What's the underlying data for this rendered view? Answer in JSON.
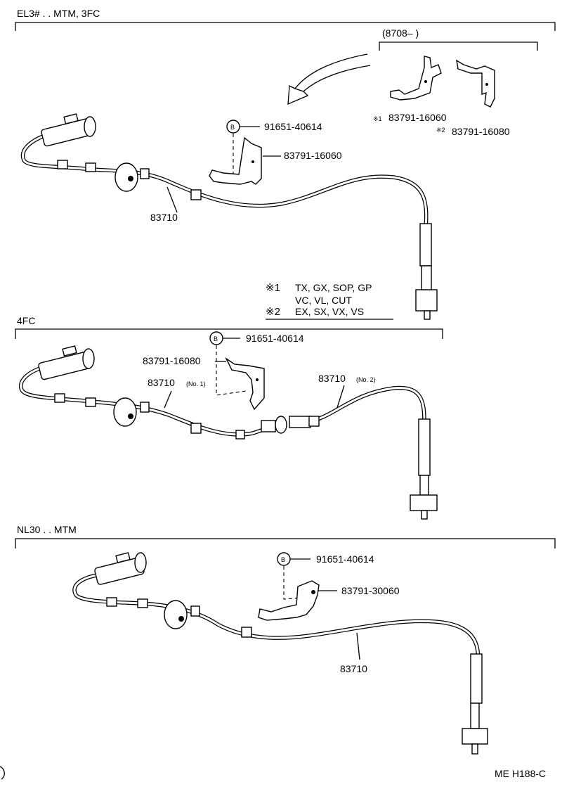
{
  "sections": [
    {
      "title": "EL3# . . MTM, 3FC",
      "bolt_symbol": "B",
      "bolt_part": "91651-40614",
      "bracket_part": "83791-16060",
      "cable_part": "83710",
      "inset": {
        "header": "(8708–        )",
        "note1_mark": "※1",
        "note1_part": "83791-16060",
        "note2_mark": "※2",
        "note2_part": "83791-16080"
      },
      "notes": [
        {
          "mark": "※1",
          "line1": "TX, GX, SOP, GP",
          "line2": "VC, VL, CUT"
        },
        {
          "mark": "※2",
          "line1": "EX, SX, VX, VS"
        }
      ]
    },
    {
      "title": "4FC",
      "bolt_symbol": "B",
      "bolt_part": "91651-40614",
      "bracket_part": "83791-16080",
      "cable1_part": "83710",
      "cable1_suffix": "(No. 1)",
      "cable2_part": "83710",
      "cable2_suffix": "(No. 2)"
    },
    {
      "title": "NL30 . . MTM",
      "bolt_symbol": "B",
      "bolt_part": "91651-40614",
      "bracket_part": "83791-30060",
      "cable_part": "83710"
    }
  ],
  "footer_code": "ME H188-C"
}
